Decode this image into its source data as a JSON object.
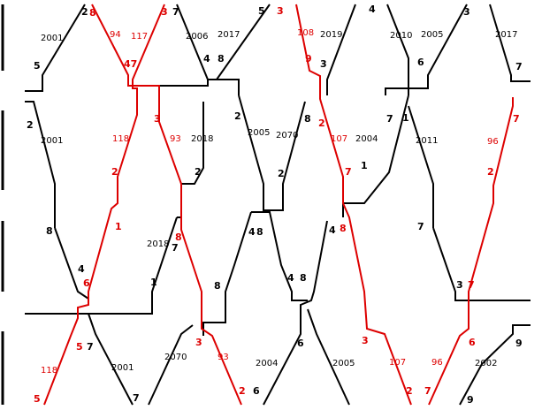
{
  "colors": {
    "black": "#000000",
    "red": "#dd0000",
    "background": "#ffffff"
  },
  "labels_black": [
    {
      "id": "b1",
      "text": "2"
    },
    {
      "id": "b2",
      "text": "2001"
    },
    {
      "id": "b3",
      "text": "5"
    },
    {
      "id": "b4",
      "text": "7"
    },
    {
      "id": "b5",
      "text": "2006"
    },
    {
      "id": "b6",
      "text": "2017"
    },
    {
      "id": "b7",
      "text": "4"
    },
    {
      "id": "b8",
      "text": "8"
    },
    {
      "id": "b9",
      "text": "5"
    },
    {
      "id": "b10",
      "text": "2019"
    },
    {
      "id": "b11",
      "text": "3"
    },
    {
      "id": "b12",
      "text": "4"
    },
    {
      "id": "b13",
      "text": "2010"
    },
    {
      "id": "b14",
      "text": "2005"
    },
    {
      "id": "b15",
      "text": "6"
    },
    {
      "id": "b16",
      "text": "3"
    },
    {
      "id": "b17",
      "text": "2017"
    },
    {
      "id": "b18",
      "text": "7"
    },
    {
      "id": "b19",
      "text": "2"
    },
    {
      "id": "b20",
      "text": "2001"
    },
    {
      "id": "b21",
      "text": "2018"
    },
    {
      "id": "b22",
      "text": "2"
    },
    {
      "id": "b23",
      "text": "2005"
    },
    {
      "id": "b24",
      "text": "2070"
    },
    {
      "id": "b25",
      "text": "8"
    },
    {
      "id": "b26",
      "text": "2004"
    },
    {
      "id": "b27",
      "text": "7"
    },
    {
      "id": "b28",
      "text": "1"
    },
    {
      "id": "b29",
      "text": "2011"
    },
    {
      "id": "b30",
      "text": "2"
    },
    {
      "id": "b31",
      "text": "2"
    },
    {
      "id": "b32",
      "text": "1"
    },
    {
      "id": "b33",
      "text": "8"
    },
    {
      "id": "b34",
      "text": "2018"
    },
    {
      "id": "b35",
      "text": "7"
    },
    {
      "id": "b36",
      "text": "4"
    },
    {
      "id": "b37",
      "text": "8"
    },
    {
      "id": "b38",
      "text": "4"
    },
    {
      "id": "b39",
      "text": "7"
    },
    {
      "id": "b40",
      "text": "4"
    },
    {
      "id": "b41",
      "text": "1"
    },
    {
      "id": "b42",
      "text": "8"
    },
    {
      "id": "b43",
      "text": "4"
    },
    {
      "id": "b44",
      "text": "8"
    },
    {
      "id": "b45",
      "text": "3"
    },
    {
      "id": "b46",
      "text": "7"
    },
    {
      "id": "b47",
      "text": "2001"
    },
    {
      "id": "b48",
      "text": "7"
    },
    {
      "id": "b49",
      "text": "2070"
    },
    {
      "id": "b50",
      "text": "2004"
    },
    {
      "id": "b51",
      "text": "6"
    },
    {
      "id": "b52",
      "text": "2005"
    },
    {
      "id": "b53",
      "text": "6"
    },
    {
      "id": "b54",
      "text": "2002"
    },
    {
      "id": "b55",
      "text": "9"
    },
    {
      "id": "b56",
      "text": "9"
    }
  ],
  "labels_red": [
    {
      "id": "r1",
      "text": "8"
    },
    {
      "id": "r2",
      "text": "94"
    },
    {
      "id": "r3",
      "text": "117"
    },
    {
      "id": "r4",
      "text": "3"
    },
    {
      "id": "r5",
      "text": "47"
    },
    {
      "id": "r6",
      "text": "3"
    },
    {
      "id": "r7",
      "text": "108"
    },
    {
      "id": "r8",
      "text": "9"
    },
    {
      "id": "r9",
      "text": "118"
    },
    {
      "id": "r10",
      "text": "3"
    },
    {
      "id": "r11",
      "text": "93"
    },
    {
      "id": "r12",
      "text": "2"
    },
    {
      "id": "r13",
      "text": "107"
    },
    {
      "id": "r14",
      "text": "7"
    },
    {
      "id": "r15",
      "text": "96"
    },
    {
      "id": "r16",
      "text": "7"
    },
    {
      "id": "r17",
      "text": "2"
    },
    {
      "id": "r18",
      "text": "7"
    },
    {
      "id": "r19",
      "text": "2"
    },
    {
      "id": "r20",
      "text": "1"
    },
    {
      "id": "r21",
      "text": "8"
    },
    {
      "id": "r22",
      "text": "8"
    },
    {
      "id": "r23",
      "text": "6"
    },
    {
      "id": "r24",
      "text": "118"
    },
    {
      "id": "r25",
      "text": "5"
    },
    {
      "id": "r26",
      "text": "3"
    },
    {
      "id": "r27",
      "text": "93"
    },
    {
      "id": "r28",
      "text": "3"
    },
    {
      "id": "r29",
      "text": "107"
    },
    {
      "id": "r30",
      "text": "96"
    },
    {
      "id": "r31",
      "text": "6"
    },
    {
      "id": "r32",
      "text": "5"
    },
    {
      "id": "r33",
      "text": "2"
    },
    {
      "id": "r34",
      "text": "2"
    },
    {
      "id": "r35",
      "text": "7"
    }
  ]
}
